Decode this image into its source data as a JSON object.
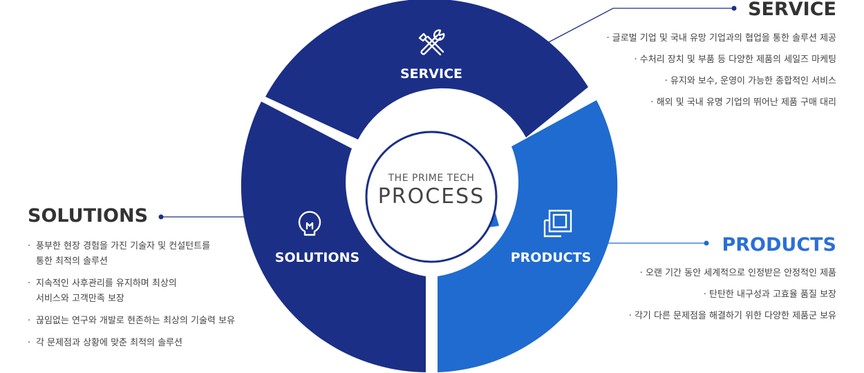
{
  "center": {
    "top": "THE PRIME TECH",
    "main": "PROCESS"
  },
  "segments": {
    "service": {
      "label": "SERVICE",
      "icon": "tools-icon",
      "color": "#1b2f87"
    },
    "products": {
      "label": "PRODUCTS",
      "icon": "product-box-icon",
      "color": "#1f6bcf"
    },
    "solutions": {
      "label": "SOLUTIONS",
      "icon": "lightbulb-icon",
      "color": "#1b2f87"
    }
  },
  "service": {
    "heading": "SERVICE",
    "items": [
      "글로벌 기업 및 국내 유망 기업과의 협업을 통한 솔루션 제공",
      "수처리 장치 및 부품 등 다양한 제품의 세일즈 마케팅",
      "유지와 보수, 운영이 가능한 종합적인 서비스",
      "해외 및 국내 유명 기업의 뛰어난 제품 구매 대리"
    ]
  },
  "products": {
    "heading": "PRODUCTS",
    "heading_color": "#2a6fd8",
    "items": [
      "오랜 기간 동안 세계적으로 인정받은 안정적인 제품",
      "탄탄한 내구성과 고효율 품질 보장",
      "각기 다른 문제점을 해결하기 위한 다양한 제품군 보유"
    ]
  },
  "solutions": {
    "heading": "SOLUTIONS",
    "items": [
      "풍부한 현장 경험을 가진 기술자 및 컨설턴트를\n통한 최적의 솔루션",
      "지속적인 사후관리를 유지하며 최상의\n서비스와 고객만족 보장",
      "끊임없는 연구와 개발로 현존하는 최상의 기술력 보유",
      "각 문제점과 상황에 맞춘 최적의 솔루션"
    ]
  }
}
